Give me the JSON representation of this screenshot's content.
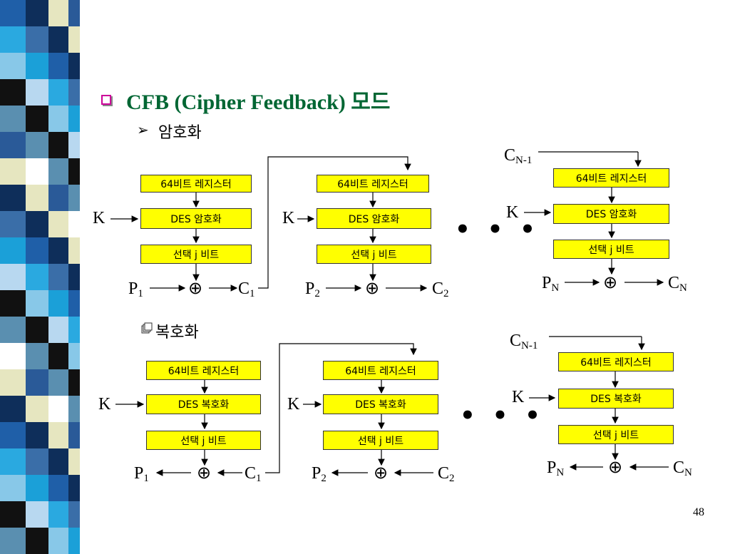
{
  "title": "CFB (Cipher Feedback) 모드",
  "encrypt_label": "암호화",
  "decrypt_label": "복호화",
  "page_number": "48",
  "colors": {
    "title": "#006633",
    "box_fill": "#ffff00",
    "bullet": "#cc0099"
  },
  "boxes": {
    "register": "64비트 레지스터",
    "des_enc": "DES 암호화",
    "des_dec": "DES 복호화",
    "select": "선택 j 비트"
  },
  "labels": {
    "K": "K",
    "P": "P",
    "C": "C",
    "sub1": "1",
    "sub2": "2",
    "subN": "N",
    "subN1": "N-1",
    "xor": "⊕",
    "dots": "• • •"
  }
}
